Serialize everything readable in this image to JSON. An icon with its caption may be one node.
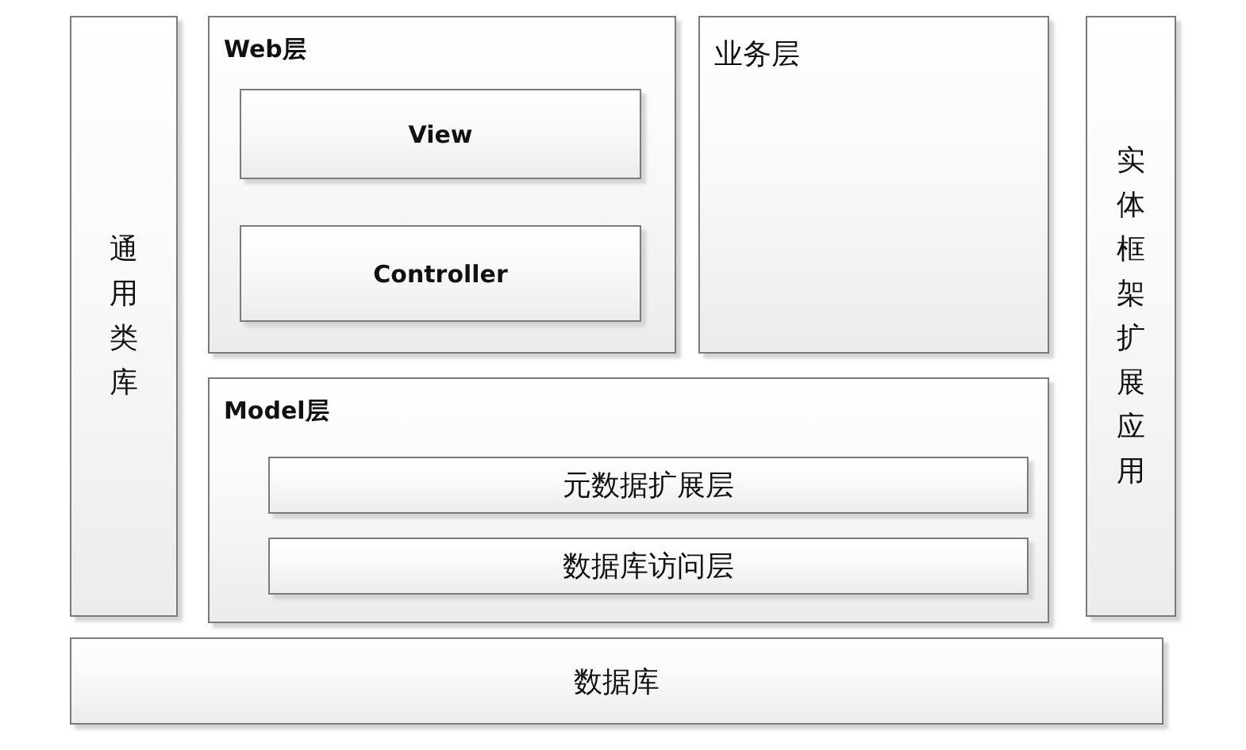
{
  "diagram": {
    "nodes": [
      {
        "text": [
          "通用类库"
        ]
      },
      {
        "text": [
          "Web层"
        ]
      },
      {
        "text": [
          "View"
        ],
        "in": 1
      },
      {
        "text": [
          "Controller"
        ],
        "in": 1
      },
      {
        "text": [
          "业务层"
        ]
      },
      {
        "text": [
          "实体框架扩展应用"
        ]
      },
      {
        "text": [
          "Model层"
        ]
      },
      {
        "text": [
          "元数据扩展层"
        ],
        "in": 6
      },
      {
        "text": [
          "数据库访问层"
        ],
        "in": 6
      },
      {
        "text": [
          "数据库"
        ]
      }
    ]
  }
}
